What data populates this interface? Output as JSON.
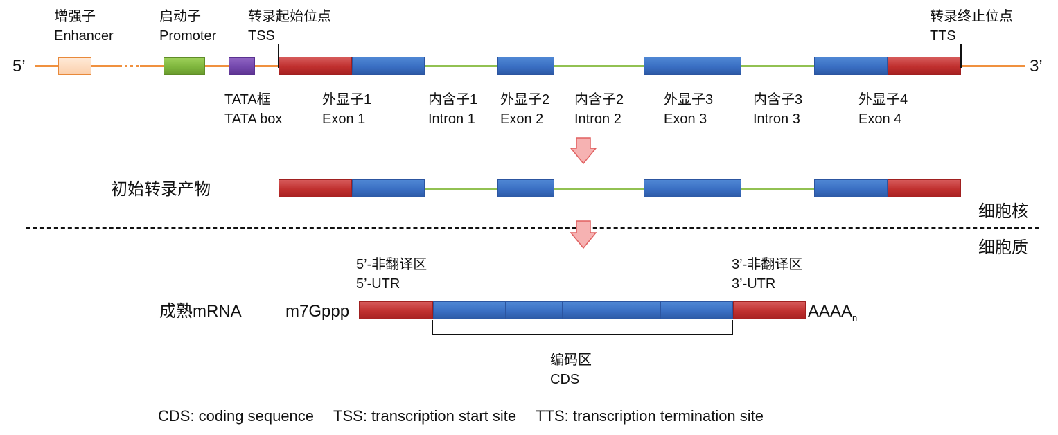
{
  "gene": {
    "five_prime": "5’",
    "three_prime": "3’",
    "enhancer": {
      "zh": "增强子",
      "en": "Enhancer"
    },
    "promoter": {
      "zh": "启动子",
      "en": "Promoter"
    },
    "tss": {
      "zh": "转录起始位点",
      "en": "TSS"
    },
    "tts": {
      "zh": "转录终止位点",
      "en": "TTS"
    },
    "tata": {
      "zh": "TATA框",
      "en": "TATA box"
    },
    "exon1": {
      "zh": "外显子1",
      "en": "Exon 1"
    },
    "intron1": {
      "zh": "内含子1",
      "en": "Intron 1"
    },
    "exon2": {
      "zh": "外显子2",
      "en": "Exon 2"
    },
    "intron2": {
      "zh": "内含子2",
      "en": "Intron 2"
    },
    "exon3": {
      "zh": "外显子3",
      "en": "Exon 3"
    },
    "intron3": {
      "zh": "内含子3",
      "en": "Intron 3"
    },
    "exon4": {
      "zh": "外显子4",
      "en": "Exon 4"
    }
  },
  "primary_transcript": {
    "label": "初始转录产物"
  },
  "compartments": {
    "nucleus": "细胞核",
    "cytoplasm": "细胞质"
  },
  "mrna": {
    "label": "成熟mRNA",
    "cap": "m7Gppp",
    "polya": "AAAA",
    "polya_sub": "n",
    "utr5": {
      "zh": "5’-非翻译区",
      "en": "5’-UTR"
    },
    "utr3": {
      "zh": "3’-非翻译区",
      "en": "3’-UTR"
    },
    "cds": {
      "zh": "编码区",
      "en": "CDS"
    }
  },
  "footer": {
    "cds": "CDS: coding sequence",
    "tss": "TSS: transcription start site",
    "tts": "TTS: transcription termination site"
  },
  "colors": {
    "utr": "#c0302f",
    "exon": "#3a6fc3",
    "intron": "#92c152",
    "dna": "#f0913f",
    "promoter": "#7fb63e",
    "tata": "#7448ad",
    "arrow": "#f4a0a0"
  }
}
